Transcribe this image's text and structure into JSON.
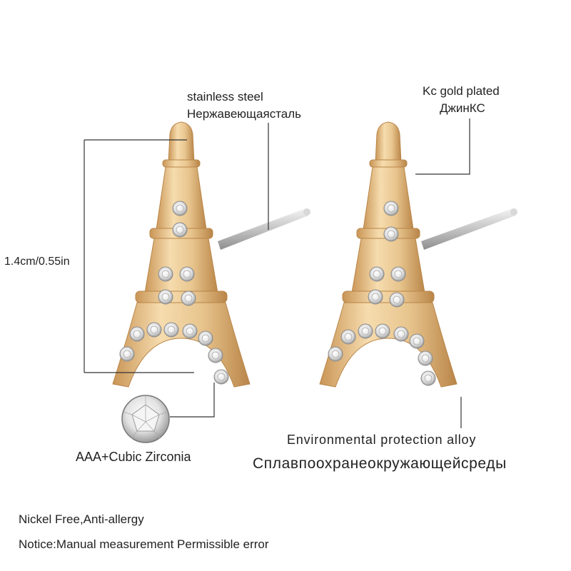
{
  "callouts": {
    "steel_en": "stainless steel",
    "steel_ru": "Нержавеющаясталь",
    "gold_en": "Kc gold plated",
    "gold_ru": "ДжинКС",
    "size": "1.4cm/0.55in",
    "zirconia": "AAA+Cubic Zirconia",
    "alloy_en": "Environmental protection alloy",
    "alloy_ru": "Сплавпоохранеокружающейсреды"
  },
  "notes": {
    "nickel": "Nickel Free,Anti-allergy",
    "notice": "Notice:Manual measurement Permissible error"
  },
  "colors": {
    "gold_light": "#f6dcae",
    "gold_mid": "#e2b878",
    "gold_dark": "#b98548",
    "pin": "#c9c9c9",
    "crystal": "#f2f2f2",
    "line": "#333333"
  },
  "objects": [
    "eiffel-tower-earring-left",
    "eiffel-tower-earring-right",
    "cubic-zirconia-gem-icon"
  ]
}
